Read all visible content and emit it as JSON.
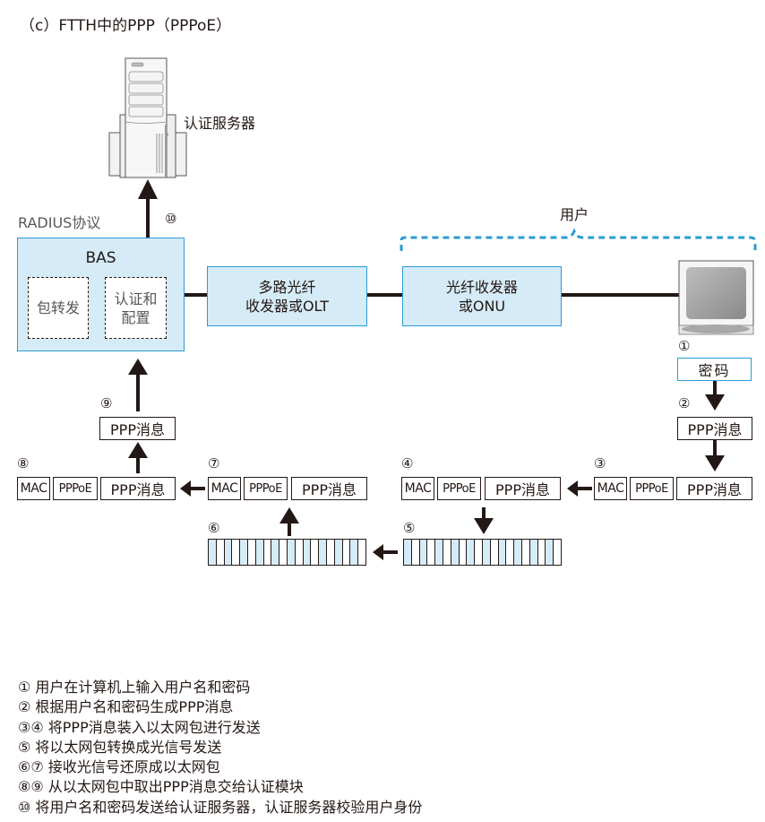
{
  "title": "（c）FTTH中的PPP（PPPoE）",
  "server": {
    "label": "认证服务器",
    "icon": "server-tower-icon"
  },
  "protocol_label": "RADIUS协议",
  "bas": {
    "title": "BAS",
    "modules": [
      "包转发",
      "认证和\n配置"
    ]
  },
  "olt": {
    "line1": "多路光纤",
    "line2": "收发器或OLT"
  },
  "onu": {
    "line1": "光纤收发器",
    "line2": "或ONU"
  },
  "user_group_label": "用户",
  "computer": {
    "icon": "computer-monitor-icon"
  },
  "password_label": "密码",
  "colors": {
    "accent_blue": "#2a9bd6",
    "box_fill": "#d5ebf7",
    "ink": "#231815"
  },
  "steps": {
    "s1": "①",
    "s2": "②",
    "s3": "③",
    "s4": "④",
    "s5": "⑤",
    "s6": "⑥",
    "s7": "⑦",
    "s8": "⑧",
    "s9": "⑨",
    "s10": "⑩"
  },
  "frame": {
    "mac": "MAC",
    "pppoe": "PPPoE",
    "ppp": "PPP消息"
  },
  "ppp_message": "PPP消息",
  "signal_segments": 20,
  "legend": [
    "① 用户在计算机上输入用户名和密码",
    "② 根据用户名和密码生成PPP消息",
    "③④ 将PPP消息装入以太网包进行发送",
    "⑤ 将以太网包转换成光信号发送",
    "⑥⑦ 接收光信号还原成以太网包",
    "⑧⑨ 从以太网包中取出PPP消息交给认证模块",
    "⑩ 将用户名和密码发送给认证服务器，认证服务器校验用户身份"
  ]
}
